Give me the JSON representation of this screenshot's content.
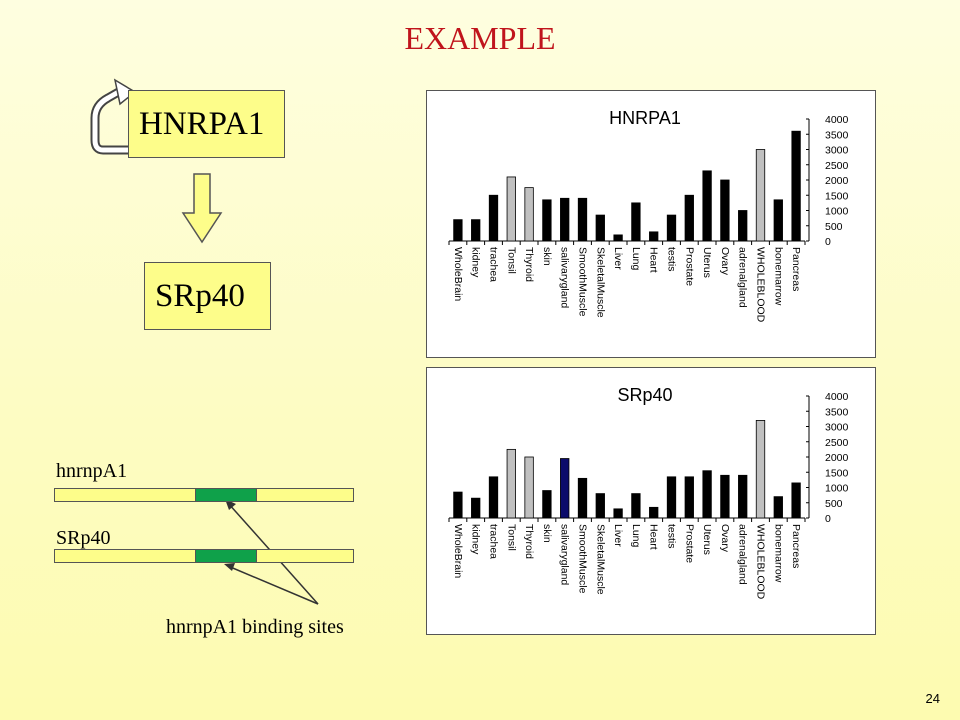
{
  "slide": {
    "title": "EXAMPLE",
    "page_number": "24"
  },
  "diagram": {
    "top_gene": "HNRPA1",
    "bottom_gene": "SRp40",
    "sequence1_label": "hnrnpA1",
    "sequence2_label": "SRp40",
    "binding_sites_label": "hnrnpA1 binding sites"
  },
  "colors": {
    "title": "#c0141c",
    "box_fill": "#fdfd8a",
    "binding_site": "#0fa14a",
    "bar_black": "#000000",
    "bar_gray": "#c0c0c0",
    "bar_highlight": "#0b0b6b"
  },
  "chart_data": [
    {
      "type": "bar",
      "title": "HNRPA1",
      "categories": [
        "WholeBrain",
        "kidney",
        "trachea",
        "Tonsil",
        "Thyroid",
        "skin",
        "salivarygland",
        "SmoothMuscle",
        "SkeletalMuscle",
        "Liver",
        "Lung",
        "Heart",
        "testis",
        "Prostate",
        "Uterus",
        "Ovary",
        "adrenalgland",
        "WHOLEBLOOD",
        "bonemarrow",
        "Pancreas"
      ],
      "values": [
        700,
        700,
        1500,
        2100,
        1750,
        1350,
        1400,
        1400,
        850,
        200,
        1250,
        300,
        850,
        1500,
        2300,
        2000,
        1000,
        3000,
        1350,
        3600
      ],
      "bar_colors": [
        "black",
        "black",
        "black",
        "gray",
        "gray",
        "black",
        "black",
        "black",
        "black",
        "black",
        "black",
        "black",
        "black",
        "black",
        "black",
        "black",
        "black",
        "gray",
        "black",
        "black"
      ],
      "ylim": [
        0,
        4000
      ],
      "yticks": [
        "0",
        "500",
        "1000",
        "1500",
        "2000",
        "2500",
        "3000",
        "3500",
        "4000"
      ],
      "y_axis_side": "right",
      "xlabel": "",
      "ylabel": ""
    },
    {
      "type": "bar",
      "title": "SRp40",
      "categories": [
        "WholeBrain",
        "kidney",
        "trachea",
        "Tonsil",
        "Thyroid",
        "skin",
        "salivarygland",
        "SmoothMuscle",
        "SkeletalMuscle",
        "Liver",
        "Lung",
        "Heart",
        "testis",
        "Prostate",
        "Uterus",
        "Ovary",
        "adrenalgland",
        "WHOLEBLOOD",
        "bonemarrow",
        "Pancreas"
      ],
      "values": [
        850,
        650,
        1350,
        2250,
        2000,
        900,
        1950,
        1300,
        800,
        300,
        800,
        350,
        1350,
        1350,
        1550,
        1400,
        1400,
        3200,
        700,
        1150
      ],
      "bar_colors": [
        "black",
        "black",
        "black",
        "gray",
        "gray",
        "black",
        "highlight",
        "black",
        "black",
        "black",
        "black",
        "black",
        "black",
        "black",
        "black",
        "black",
        "black",
        "gray",
        "black",
        "black"
      ],
      "ylim": [
        0,
        4000
      ],
      "yticks": [
        "0",
        "500",
        "1000",
        "1500",
        "2000",
        "2500",
        "3000",
        "3500",
        "4000"
      ],
      "y_axis_side": "right",
      "xlabel": "",
      "ylabel": ""
    }
  ]
}
